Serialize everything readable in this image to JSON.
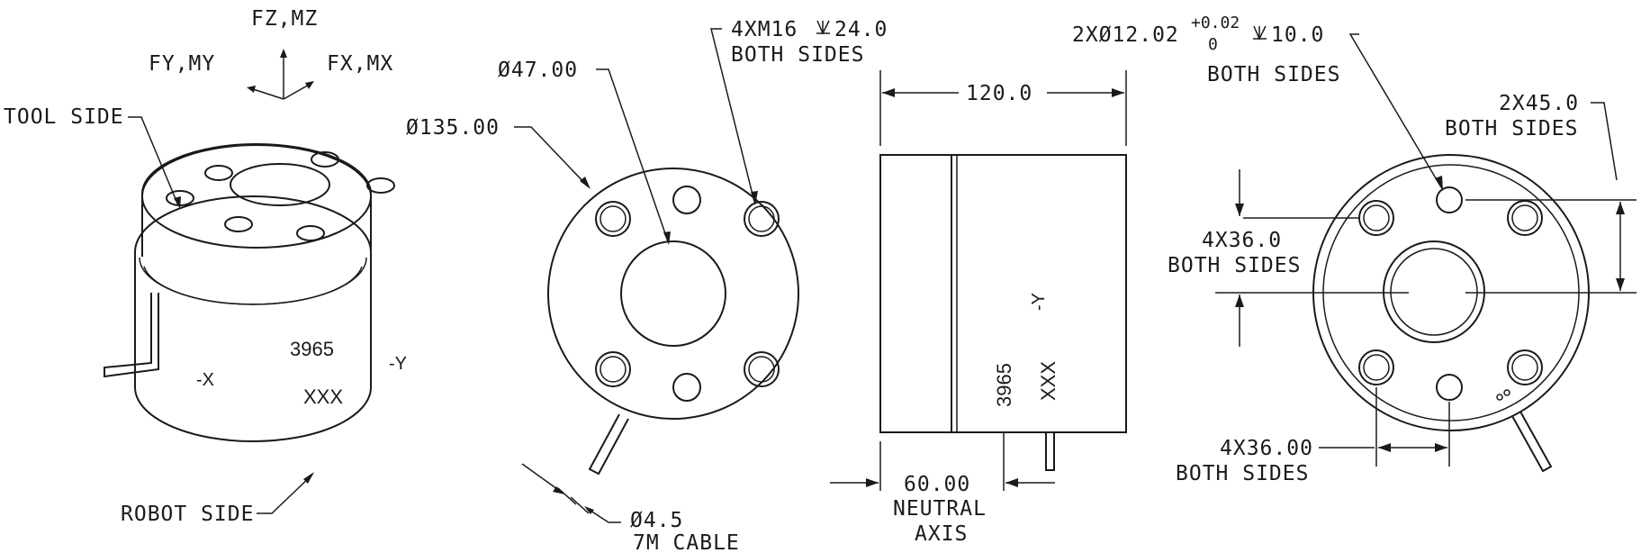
{
  "iso_view": {
    "axis_fz": "FZ,MZ",
    "axis_fy": "FY,MY",
    "axis_fx": "FX,MX",
    "tool_side": "TOOL SIDE",
    "robot_side": "ROBOT SIDE",
    "serial": "3965",
    "code": "XXX",
    "neg_x": "-X",
    "neg_y": "-Y"
  },
  "front_view": {
    "dia_bore": "Ø47.00",
    "dia_outer": "Ø135.00",
    "thread_line1": "4XM16",
    "thread_depth": "24.0",
    "thread_line2": "BOTH SIDES",
    "cable_line1": "Ø4.5",
    "cable_line2": "7M CABLE"
  },
  "side_view": {
    "width": "120.0",
    "neutral_line1": "60.00",
    "neutral_line2": "NEUTRAL",
    "neutral_line3": "AXIS",
    "serial": "3965",
    "code": "XXX",
    "neg_y": "-Y"
  },
  "right_view": {
    "pin_prefix": "2XØ12.02",
    "pin_tol_upper": "+0.02",
    "pin_tol_lower": "0",
    "pin_depth": "10.0",
    "pin_both": "BOTH SIDES",
    "angle_line1": "2X45.0",
    "angle_line2": "BOTH SIDES",
    "vert_line1": "4X36.0",
    "vert_line2": "BOTH SIDES",
    "horiz_line1": "4X36.00",
    "horiz_line2": "BOTH SIDES"
  }
}
